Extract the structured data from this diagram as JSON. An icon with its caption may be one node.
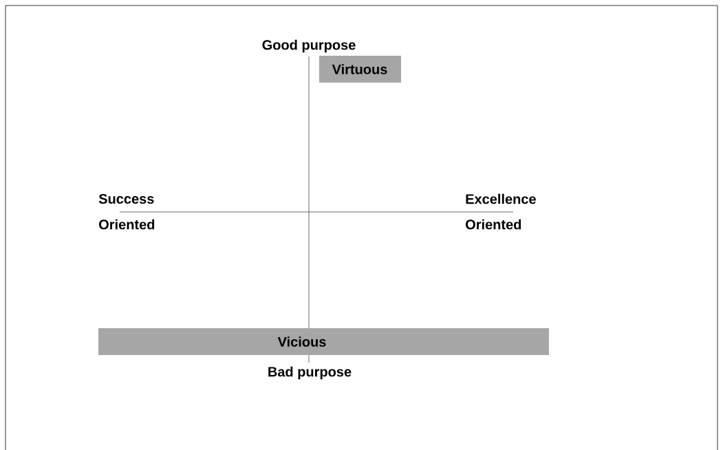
{
  "diagram": {
    "nodes": [
      {
        "text": [
          "Virtuous"
        ]
      },
      {
        "text": [
          "Vicious"
        ]
      }
    ],
    "labels": [
      "Good purpose",
      "Success",
      "Oriented",
      "Excellence",
      "Oriented",
      "Bad purpose"
    ]
  }
}
